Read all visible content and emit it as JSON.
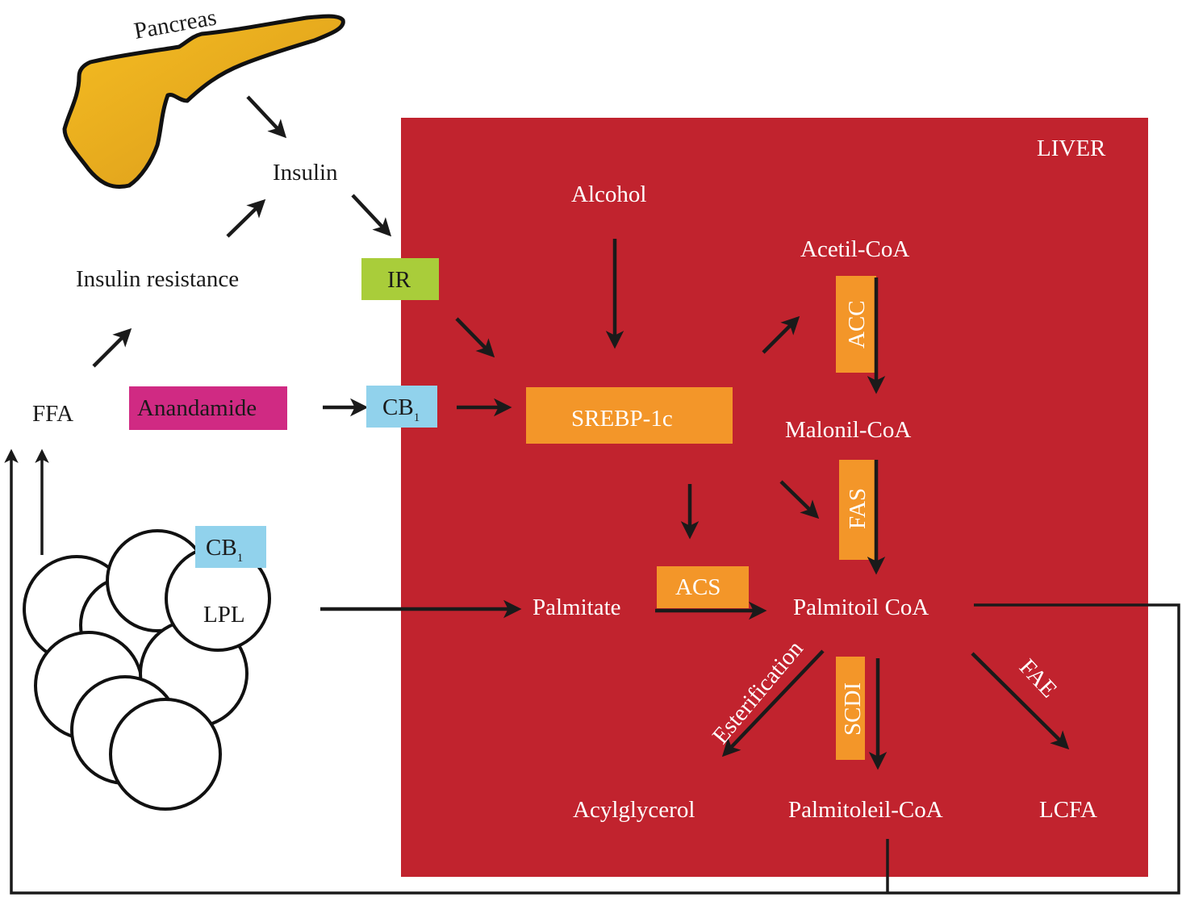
{
  "colors": {
    "liver": "#c1232e",
    "enzyme": "#f39629",
    "ir_box": "#a9cd3a",
    "cb1_box": "#91d2ec",
    "anandamide_box": "#d02a83",
    "pancreas": "#f0b31b"
  },
  "labels": {
    "pancreas": "Pancreas",
    "insulin": "Insulin",
    "insulin_resistance": "Insulin resistance",
    "ffa": "FFA",
    "anandamide": "Anandamide",
    "ir": "IR",
    "cb1": "CB",
    "cb1_sub": "1",
    "lpl": "LPL",
    "liver": "LIVER",
    "alcohol": "Alcohol",
    "srebp": "SREBP-1c",
    "acetil_coa": "Acetil-CoA",
    "acc": "ACC",
    "malonil_coa": "Malonil-CoA",
    "fas": "FAS",
    "palmitate": "Palmitate",
    "acs": "ACS",
    "palmitoil_coa": "Palmitoil CoA",
    "esterification": "Esterification",
    "scdi": "SCDI",
    "fae": "FAE",
    "acylglycerol": "Acylglycerol",
    "palmitoleil_coa": "Palmitoleil-CoA",
    "lcfa": "LCFA"
  }
}
